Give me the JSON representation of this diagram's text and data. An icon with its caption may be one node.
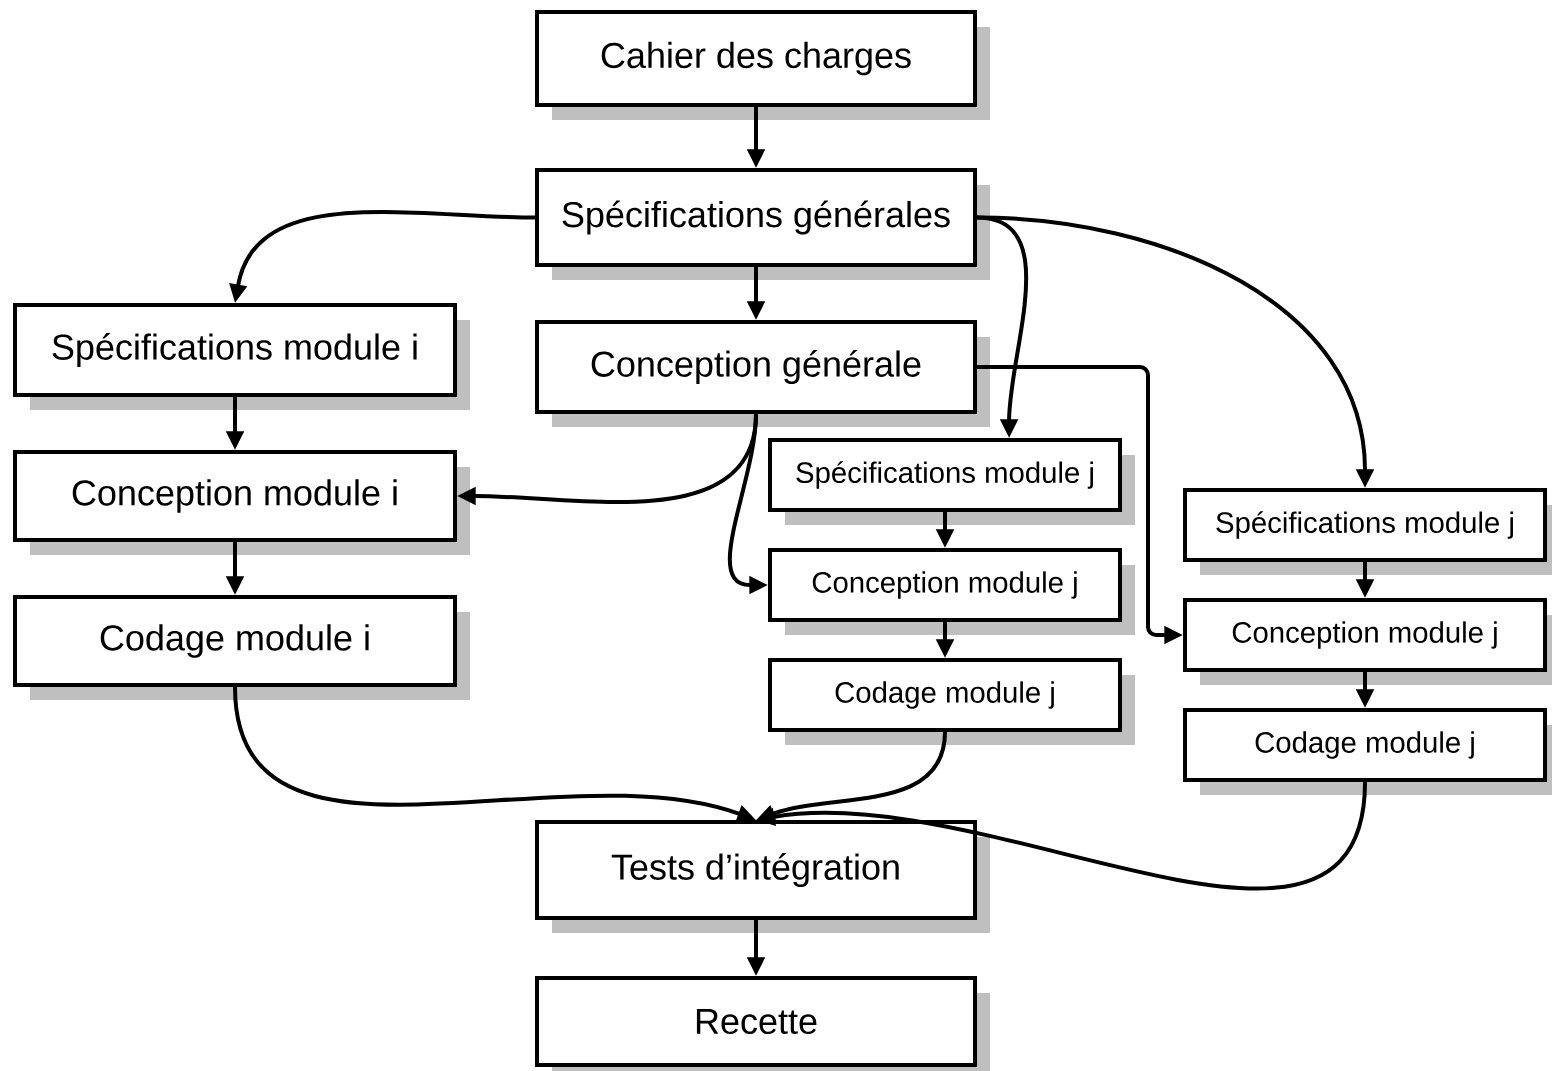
{
  "diagram": {
    "nodes": [
      {
        "text": [
          "Cahier des charges"
        ]
      },
      {
        "text": [
          "Spécifications générales"
        ]
      },
      {
        "text": [
          "Spécifications module i"
        ]
      },
      {
        "text": [
          "Conception générale"
        ]
      },
      {
        "text": [
          "Spécifications module j"
        ]
      },
      {
        "text": [
          "Spécifications module j"
        ]
      },
      {
        "text": [
          "Conception module i"
        ]
      },
      {
        "text": [
          "Conception module j"
        ]
      },
      {
        "text": [
          "Conception module j"
        ]
      },
      {
        "text": [
          "Codage module i"
        ]
      },
      {
        "text": [
          "Codage module j"
        ]
      },
      {
        "text": [
          "Codage module j"
        ]
      },
      {
        "text": [
          "Tests d’intégration"
        ]
      },
      {
        "text": [
          "Recette"
        ]
      }
    ],
    "edges": [
      {
        "from": 0,
        "to": 1,
        "arrow": "to"
      },
      {
        "from": 1,
        "to": 2,
        "arrow": "to"
      },
      {
        "from": 1,
        "to": 3,
        "arrow": "to"
      },
      {
        "from": 1,
        "to": 4,
        "arrow": "to"
      },
      {
        "from": 1,
        "to": 5,
        "arrow": "to"
      },
      {
        "from": 2,
        "to": 6,
        "arrow": "to"
      },
      {
        "from": 6,
        "to": 9,
        "arrow": "to"
      },
      {
        "from": 9,
        "to": 12,
        "arrow": "to"
      },
      {
        "from": 3,
        "to": 6,
        "arrow": "to"
      },
      {
        "from": 3,
        "to": 7,
        "arrow": "to"
      },
      {
        "from": 3,
        "to": 8,
        "arrow": "to"
      },
      {
        "from": 4,
        "to": 7,
        "arrow": "to"
      },
      {
        "from": 7,
        "to": 10,
        "arrow": "to"
      },
      {
        "from": 10,
        "to": 12,
        "arrow": "to"
      },
      {
        "from": 5,
        "to": 8,
        "arrow": "to"
      },
      {
        "from": 8,
        "to": 11,
        "arrow": "to"
      },
      {
        "from": 11,
        "to": 12,
        "arrow": "to"
      },
      {
        "from": 12,
        "to": 13,
        "arrow": "to"
      }
    ]
  }
}
